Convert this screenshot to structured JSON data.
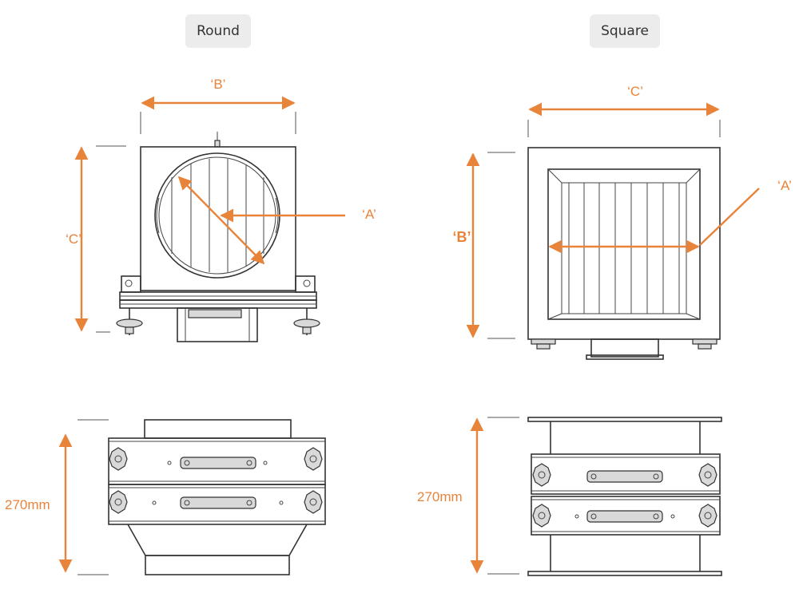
{
  "tabs": {
    "round": "Round",
    "square": "Square"
  },
  "round": {
    "front": {
      "dim_top": "‘B’",
      "dim_left": "‘C’",
      "dim_right": "‘A’"
    },
    "side": {
      "height": "270mm"
    }
  },
  "square": {
    "front": {
      "dim_top": "‘C’",
      "dim_left": "‘B’",
      "dim_right": "‘A’"
    },
    "side": {
      "height": "270mm"
    }
  },
  "colors": {
    "dimension": "#e8833a",
    "line": "#333333",
    "tab_bg": "#ececec"
  }
}
